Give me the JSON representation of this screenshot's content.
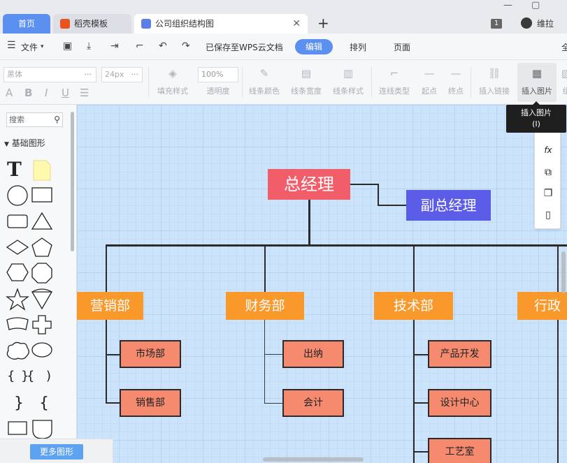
{
  "tabs": {
    "home": "首页",
    "templates": "稻壳模板",
    "document": "公司组织结构图"
  },
  "window": {
    "badge": "1",
    "username": "维拉",
    "min": "—",
    "max": "▢"
  },
  "menu": {
    "file": "文件",
    "saved": "已保存至WPS云文档",
    "edit": "编辑",
    "arrange": "排列",
    "page": "页面",
    "cut_label": "全"
  },
  "toolbar": {
    "font_family": "黑体",
    "font_size": "24px",
    "opacity_value": "100%",
    "fill_style": "填充样式",
    "opacity": "透明度",
    "line_color": "线条颜色",
    "line_width": "线条宽度",
    "line_style": "线条样式",
    "connector_type": "连线类型",
    "start_point": "起点",
    "end_point": "终点",
    "insert_link": "插入链接",
    "insert_image": "插入图片",
    "cut_label": "组"
  },
  "tooltip": {
    "title": "插入图片",
    "shortcut": "(I)"
  },
  "left_panel": {
    "search_placeholder": "搜索",
    "section_title": "基础图形",
    "more_shapes": "更多图形"
  },
  "chart": {
    "general_manager": "总经理",
    "deputy_manager": "副总经理",
    "departments": [
      {
        "name": "营销部",
        "children": [
          "市场部",
          "销售部"
        ]
      },
      {
        "name": "财务部",
        "children": [
          "出纳",
          "会计"
        ]
      },
      {
        "name": "技术部",
        "children": [
          "产品开发",
          "设计中心",
          "工艺室"
        ]
      },
      {
        "name": "行政",
        "children": []
      }
    ]
  }
}
